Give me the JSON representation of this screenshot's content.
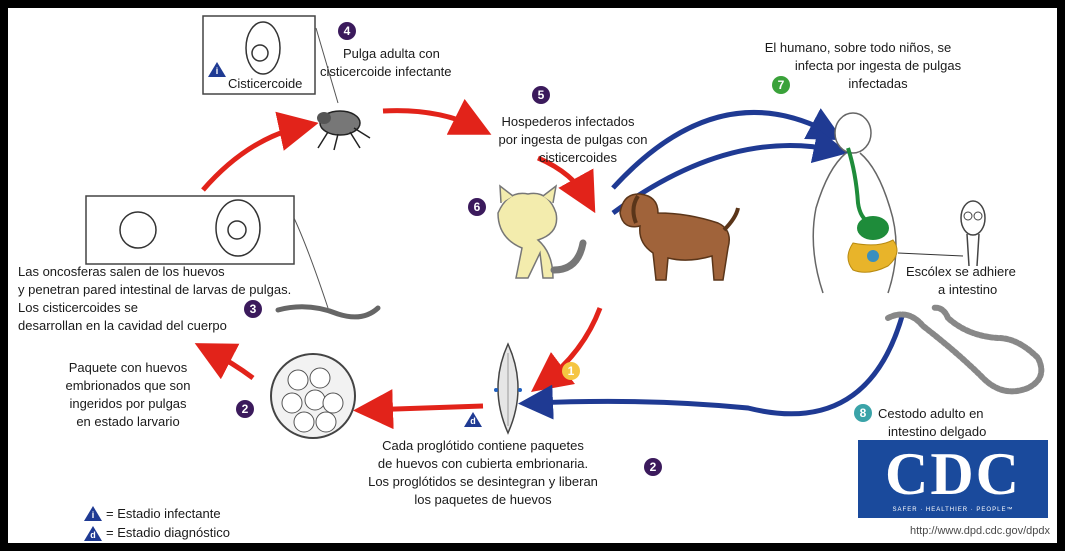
{
  "stages": {
    "s4": {
      "badge": "4",
      "text": [
        "Pulga adulta con",
        "cisticercoide infectante"
      ]
    },
    "s4_box_label": "Cisticercoide",
    "s5": {
      "badge": "5",
      "text": [
        "Hospederos infectados",
        "por ingesta de pulgas con",
        "cisticercoides"
      ]
    },
    "s6": {
      "badge": "6"
    },
    "s7": {
      "badge": "7",
      "text": [
        "El humano, sobre todo niños, se",
        "infecta por ingesta de pulgas",
        "infectadas"
      ]
    },
    "scolex": [
      "Escólex se adhiere",
      "a intestino"
    ],
    "s8": {
      "badge": "8",
      "text": [
        "Cestodo adulto en",
        "intestino delgado"
      ]
    },
    "s1": {
      "badge": "1"
    },
    "s1_text": [
      "Cada proglótido contiene paquetes",
      "de huevos con cubierta embrionaria.",
      "Los proglótidos se desintegran y liberan",
      "los paquetes de huevos"
    ],
    "s1_badge2": "2",
    "s2": {
      "badge": "2",
      "text": [
        "Paquete con huevos",
        "embrionados que son",
        "ingeridos por pulgas",
        "en estado larvario"
      ]
    },
    "s3": {
      "badge": "3"
    },
    "s3_text": [
      "Las oncosferas salen de los huevos",
      "y penetran pared intestinal de larvas de pulgas.",
      "Los cisticercoides se",
      "desarrollan en la cavidad del cuerpo"
    ]
  },
  "legend": {
    "infective_symbol": "i",
    "infective_label": "= Estadio infectante",
    "diagnostic_symbol": "d",
    "diagnostic_label": "= Estadio diagnóstico"
  },
  "cdc": {
    "logo_text": "CDC",
    "tagline": "SAFER · HEALTHIER · PEOPLE™",
    "url": "http://www.dpd.cdc.gov/dpdx"
  },
  "colors": {
    "red_arrow": "#e2231a",
    "blue_arrow": "#1f3a93",
    "badge_purple": "#3b1a5c",
    "badge_green": "#3aa23a",
    "badge_teal": "#3aa3a8",
    "badge_yellow": "#f5c542",
    "cdc_blue": "#1a4a9c"
  }
}
